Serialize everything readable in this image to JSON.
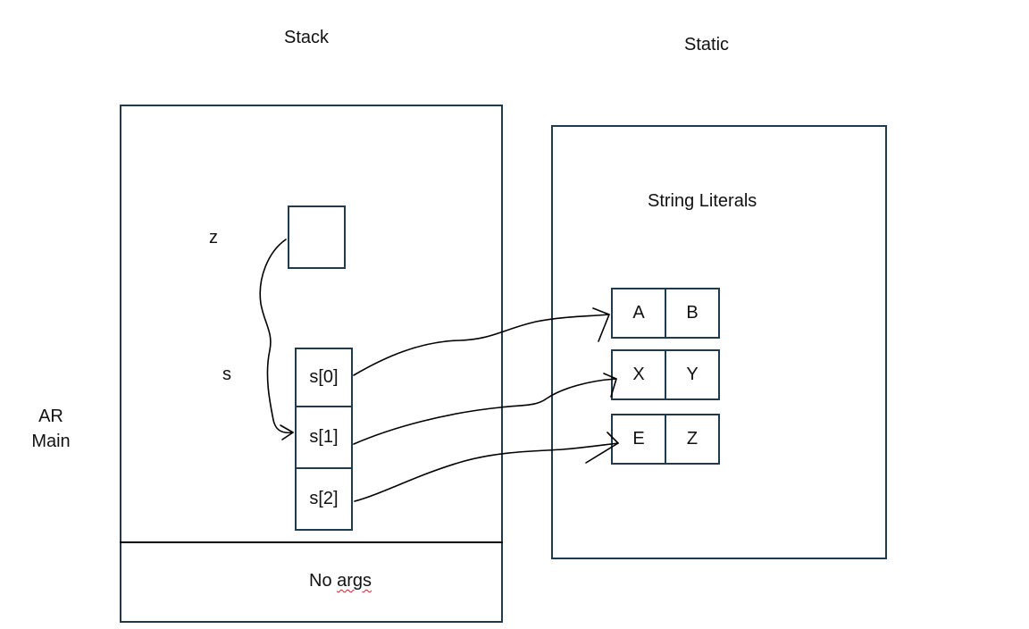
{
  "headings": {
    "stack": "Stack",
    "static": "Static"
  },
  "frame": {
    "ar_line1": "AR",
    "ar_line2": "Main",
    "args_text_prefix": "No ",
    "args_text_word": "args"
  },
  "stack_vars": {
    "z_label": "z",
    "s_label": "s",
    "array_cells": [
      "s[0]",
      "s[1]",
      "s[2]"
    ]
  },
  "static_area": {
    "title": "String Literals",
    "literals": [
      [
        "A",
        "B"
      ],
      [
        "X",
        "Y"
      ],
      [
        "E",
        "Z"
      ]
    ]
  }
}
